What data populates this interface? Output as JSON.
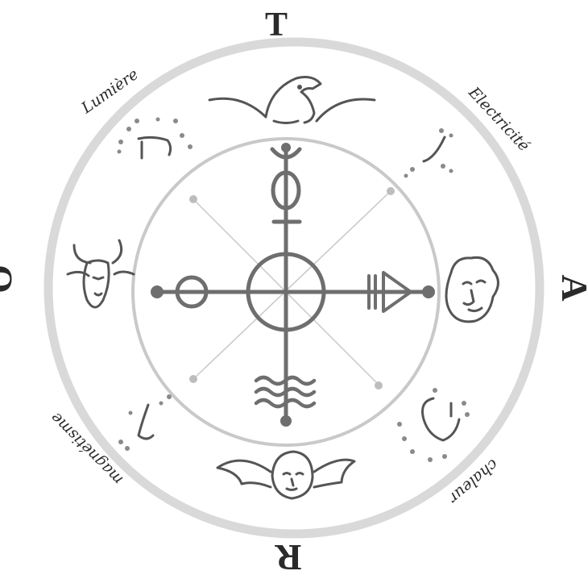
{
  "letters": {
    "top": "T",
    "right": "A",
    "bottom": "R",
    "left": "O"
  },
  "words": {
    "top_left": "Lumière",
    "top_right": "Electricité",
    "bottom_right": "chaleur",
    "bottom_left": "magnétisme"
  },
  "figures": {
    "top": "eagle-head",
    "right": "lion-head",
    "bottom": "winged-angel-head",
    "left": "bull-head"
  },
  "symbols": {
    "north": "mercury",
    "east": "sulphur-triangle",
    "south": "aquarius-water",
    "west": "salt-circle",
    "center": "circle-with-cross"
  },
  "colors": {
    "outer_ring": "#d8d8d8",
    "ink": "#555555",
    "letter_ink": "#2a2a2a"
  }
}
